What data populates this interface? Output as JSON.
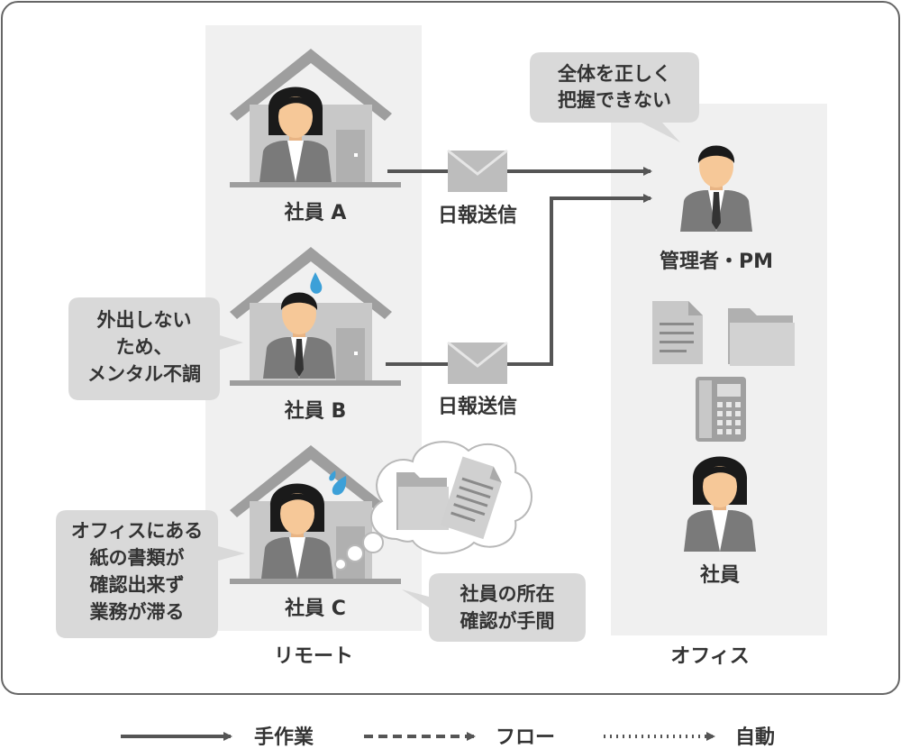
{
  "zones": {
    "remote": "リモート",
    "office": "オフィス"
  },
  "employees": [
    {
      "label": "社員 A"
    },
    {
      "label": "社員 B"
    },
    {
      "label": "社員 C"
    }
  ],
  "messages": [
    "日報送信",
    "日報送信"
  ],
  "office": {
    "manager": "管理者・PM",
    "staff": "社員"
  },
  "bubbles": {
    "manager": [
      "全体を正しく",
      "把握できない"
    ],
    "employee_b": [
      "外出しない",
      "ため、",
      "メンタル不調"
    ],
    "employee_c": [
      "オフィスにある",
      "紙の書類が",
      "確認出来ず",
      "業務が滞る"
    ],
    "location": [
      "社員の所在",
      "確認が手間"
    ]
  },
  "legend": [
    {
      "label": "手作業",
      "style": "solid"
    },
    {
      "label": "フロー",
      "style": "dashed"
    },
    {
      "label": "自動",
      "style": "dotted"
    }
  ],
  "colors": {
    "zone_bg": "#f0f0f0",
    "house": "#c8c8c8",
    "house_dark": "#9e9e9e",
    "bubble": "#d9d9d9",
    "arrow": "#555555",
    "sweat": "#3ca0d8",
    "skin": "#f6c898",
    "hair": "#1a1a1a",
    "suit": "#7a7a7a"
  }
}
